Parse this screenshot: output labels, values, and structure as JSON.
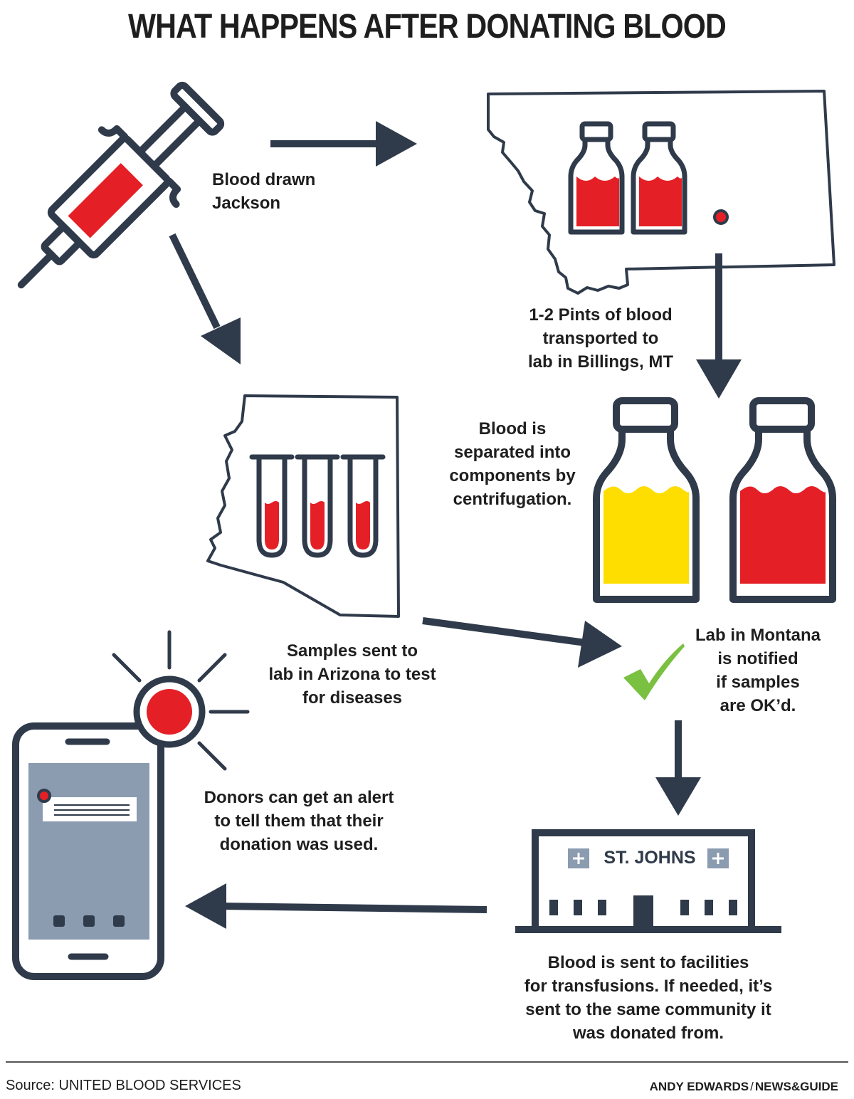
{
  "title": "WHAT HAPPENS AFTER DONATING BLOOD",
  "steps": {
    "drawn": [
      "Blood drawn",
      "Jackson"
    ],
    "transported": [
      "1-2 Pints of blood",
      "transported to",
      "lab in Billings, MT"
    ],
    "separated": [
      "Blood is",
      "separated into",
      "components by",
      "centrifugation."
    ],
    "samples": [
      "Samples sent to",
      "lab in Arizona to test",
      "for diseases"
    ],
    "notified": [
      "Lab in Montana",
      "is notified",
      "if samples",
      "are OK’d."
    ],
    "alert": [
      "Donors can get an alert",
      "to tell them that their",
      "donation was used."
    ],
    "facilities": [
      "Blood is sent to facilities",
      "for transfusions. If needed, it’s",
      "sent to the same community it",
      "was donated from."
    ]
  },
  "hospital_name": "ST. JOHNS",
  "footer": {
    "source": "Source: UNITED BLOOD SERVICES",
    "author": "ANDY EDWARDS",
    "separator": "/",
    "publication": "NEWS&GUIDE"
  },
  "colors": {
    "ink": "#2f3a4a",
    "blood_red": "#e42026",
    "plasma_yellow": "#fedd00",
    "check_green": "#7ac142",
    "screen_gray": "#8b9bb0"
  },
  "icons": [
    "syringe-icon",
    "montana-map-icon",
    "arizona-map-icon",
    "test-tube-icon",
    "blood-bottle-icon",
    "checkmark-icon",
    "smartphone-icon",
    "alert-burst-icon",
    "hospital-icon"
  ]
}
